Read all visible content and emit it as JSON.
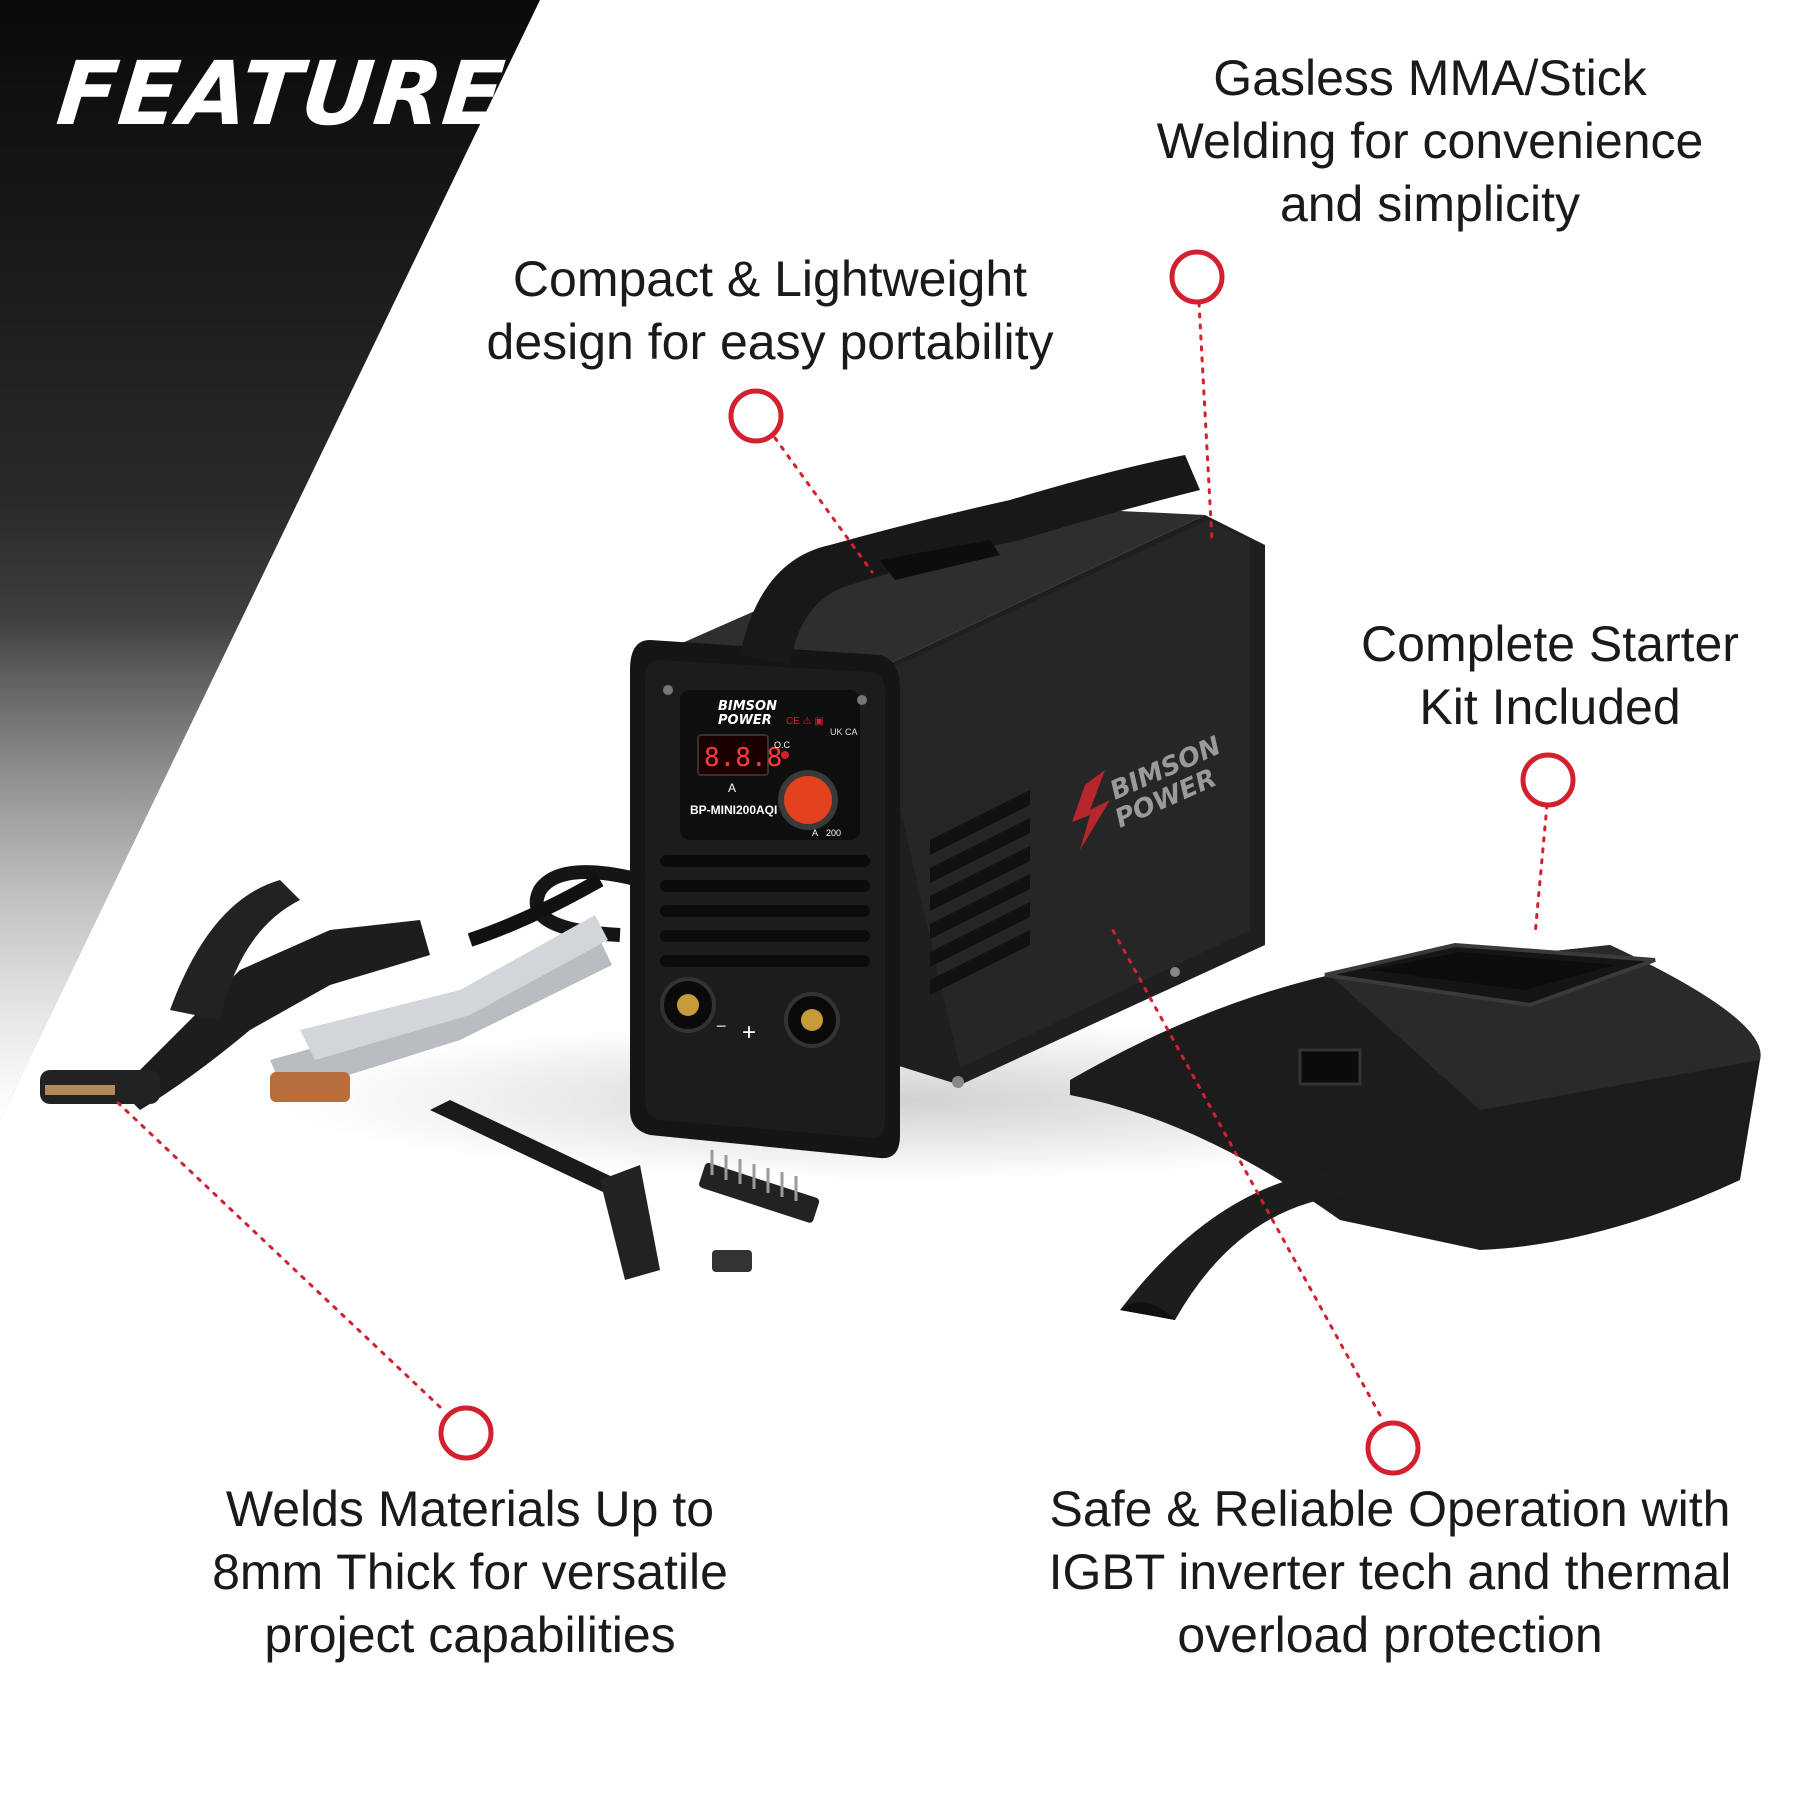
{
  "heading": "FEATURES",
  "features": [
    {
      "id": "gasless",
      "text": "Gasless MMA/Stick\nWelding for convenience\nand simplicity"
    },
    {
      "id": "compact",
      "text": "Compact & Lightweight\ndesign for easy portability"
    },
    {
      "id": "starter-kit",
      "text": "Complete Starter\nKit Included"
    },
    {
      "id": "thickness",
      "text": "Welds Materials Up to\n8mm Thick for versatile\nproject capabilities"
    },
    {
      "id": "safety",
      "text": "Safe & Reliable Operation with\nIGBT inverter tech and thermal\noverload protection"
    }
  ],
  "product": {
    "brand_line1": "BIMSON",
    "brand_line2": "POWER",
    "model": "BP-MINI200AQI",
    "display_reading": "8.8.8",
    "display_unit": "A",
    "indicator_label": "O.C",
    "dial_min_label": "A",
    "dial_max_label": "200",
    "cert_marks": "CE ⚠ ▣",
    "ukca_mark": "UK CA",
    "terminal_plus": "+",
    "terminal_minus": "−"
  },
  "colors": {
    "accent_red": "#d3202f",
    "body_black": "#1b1b1b",
    "banner_black": "#0d0d0d"
  }
}
